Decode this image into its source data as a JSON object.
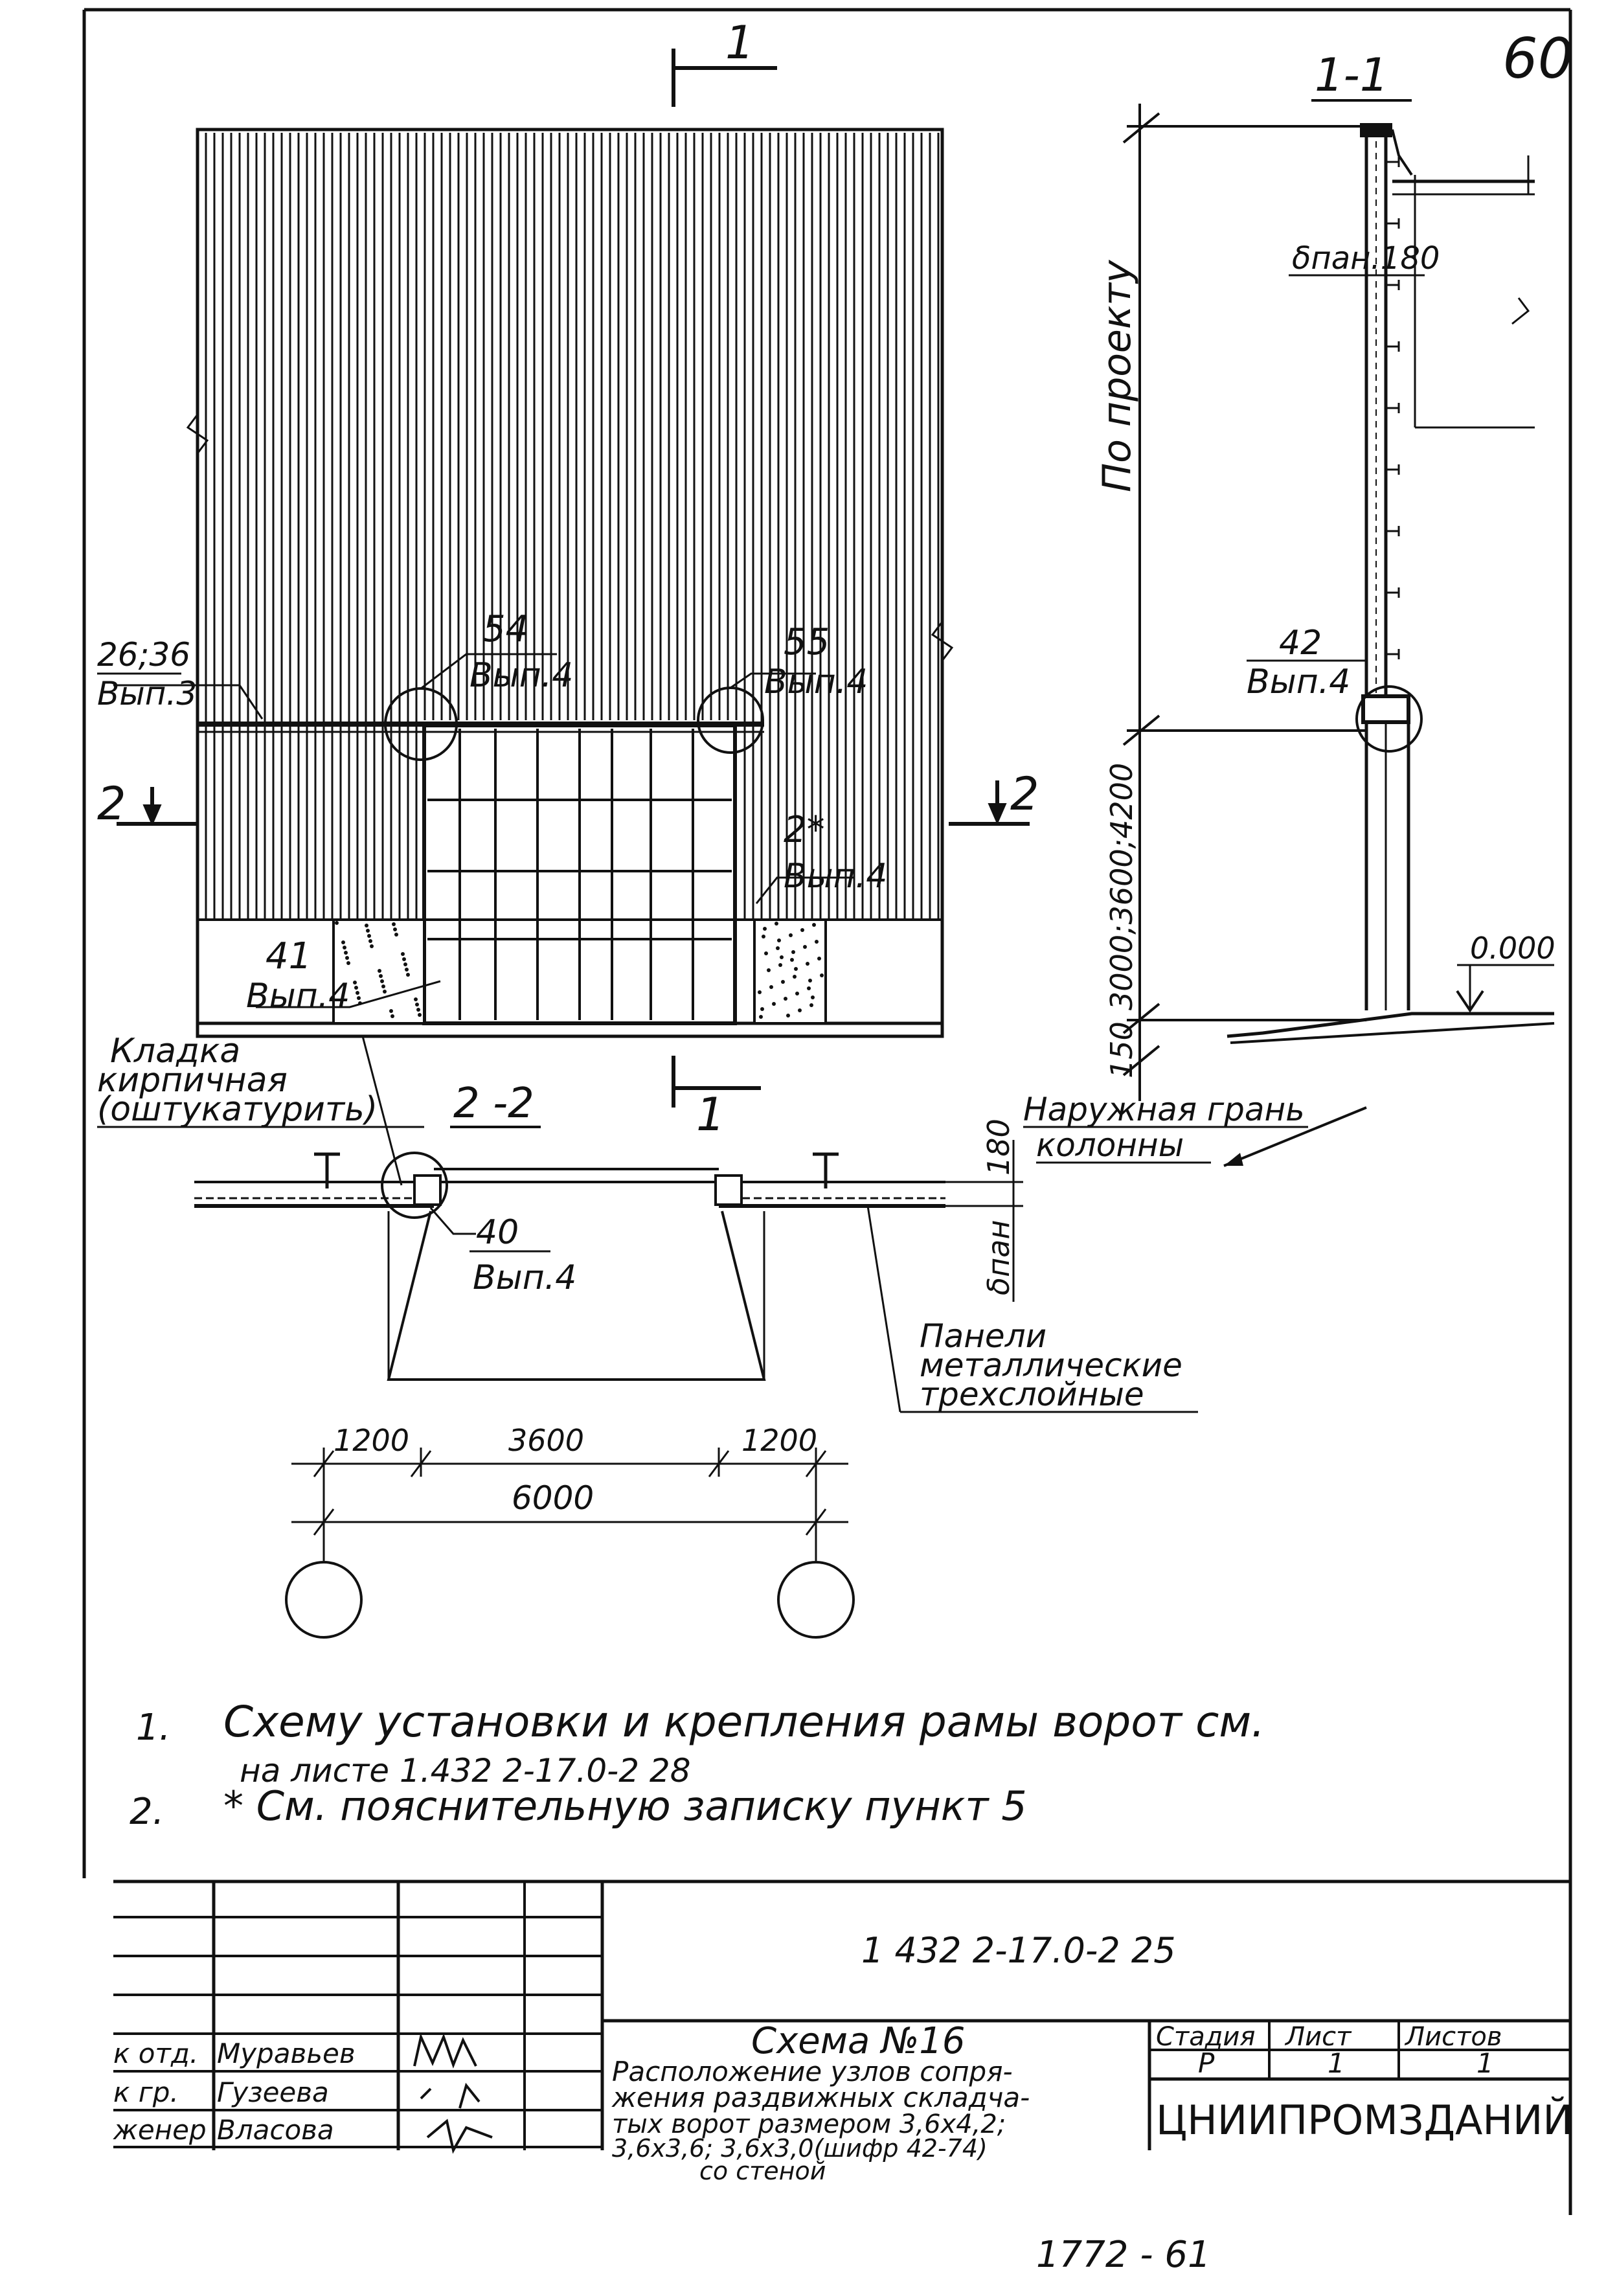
{
  "sheet": {
    "page_number": "60",
    "bottom_mark": "1772 - 61"
  },
  "section_1_1": {
    "cut_label": "1",
    "title": "1-1",
    "height_note": "По проекту",
    "panel_label": "δпан.180",
    "node_42": {
      "num": "42",
      "ref": "Вып.4"
    },
    "opening_heights": "3000;3600;4200",
    "base_offset": "150",
    "level_mark": "0.000"
  },
  "elevation": {
    "node_26": {
      "num": "26;36",
      "ref": "Вып.3"
    },
    "node_54": {
      "num": "54",
      "ref": "Вып.4"
    },
    "node_55": {
      "num": "55",
      "ref": "Вып.4"
    },
    "node_2star": {
      "num": "2*",
      "ref": "Вып.4"
    },
    "node_41": {
      "num": "41",
      "ref": "Вып.4"
    },
    "cut_2_left": "2",
    "cut_2_right": "2",
    "cut_1_bottom": "1",
    "masonry_label": [
      "Кладка",
      "кирпичная",
      "(оштукатурить)"
    ]
  },
  "plan_2_2": {
    "title": "2 -2",
    "node_40": {
      "num": "40",
      "ref": "Вып.4"
    },
    "dim_180": "180",
    "dim_panel": "δпан",
    "outer_face": [
      "Наружная грань",
      "колонны"
    ],
    "panels_label": [
      "Панели",
      "металлические",
      "трехслойные"
    ],
    "dims": [
      "1200",
      "3600",
      "1200"
    ],
    "dim_total": "6000"
  },
  "notes": [
    {
      "num": "1.",
      "line1": "Схему установки и крепления рамы ворот см.",
      "line2": "на листе  1.432 2-17.0-2 28"
    },
    {
      "num": "2.",
      "line1": "* См.  пояснительную  записку  пункт  5",
      "line2": ""
    }
  ],
  "title_block": {
    "doc_code": "1 432 2-17.0-2 25",
    "scheme_title": "Схема №16",
    "description": [
      "Расположение узлов сопря-",
      "жения раздвижных складча-",
      "тых ворот размером 3,6х4,2;",
      "3,6х3,6; 3,6х3,0(шифр 42-74)",
      "со стеной"
    ],
    "stage_header": "Стадия",
    "sheet_header": "Лист",
    "sheets_header": "Листов",
    "stage": "Р",
    "sheet": "1",
    "sheets": "1",
    "organization": "ЦНИИПРОМЗДАНИЙ",
    "roles": [
      "к отд.",
      "к гр.",
      "женер"
    ],
    "names": [
      "Муравьев",
      "Гузеева",
      "Власова"
    ]
  }
}
